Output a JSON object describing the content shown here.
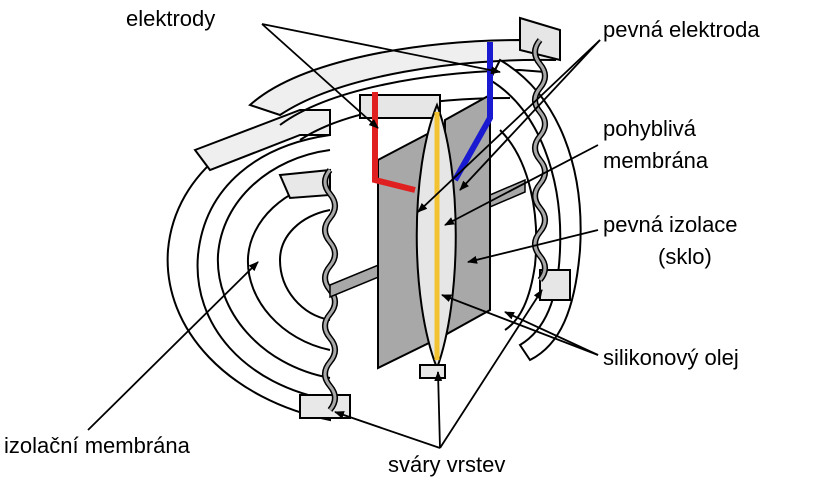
{
  "diagram": {
    "labels": {
      "elektrody": "elektrody",
      "pevna_elektroda": "pevná elektroda",
      "pohybliva_membrana_1": "pohyblivá",
      "pohybliva_membrana_2": "membrána",
      "pevna_izolace_1": "pevná izolace",
      "pevna_izolace_2": "(sklo)",
      "silikonovy_olej": "silikonový olej",
      "izolacni_membrana": "izolační membrána",
      "svary_vrstev": "sváry vrstev"
    },
    "colors": {
      "electrode_left": "#e02020",
      "electrode_right": "#1a1ad0",
      "membrane": "#f2c230",
      "fill_gray": "#a8a8a8",
      "fill_light": "#e6e6e6",
      "outline": "#000000"
    }
  }
}
